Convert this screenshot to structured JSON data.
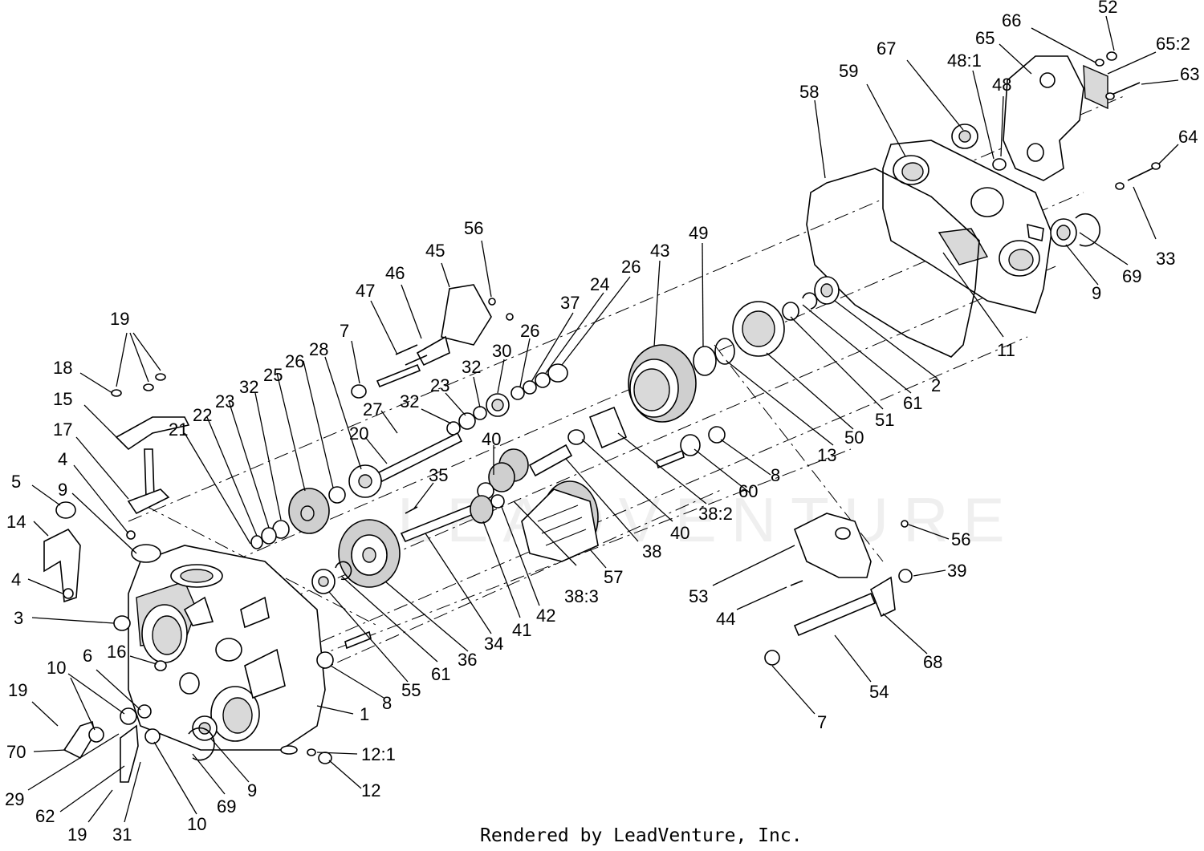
{
  "footer": {
    "text": "Rendered by LeadVenture, Inc."
  },
  "watermark": {
    "text": "LEADVENTURE"
  },
  "parts": [
    {
      "id": "52",
      "label": "52"
    },
    {
      "id": "66",
      "label": "66"
    },
    {
      "id": "65",
      "label": "65"
    },
    {
      "id": "65_2",
      "label": "65:2"
    },
    {
      "id": "67",
      "label": "67"
    },
    {
      "id": "48_1",
      "label": "48:1"
    },
    {
      "id": "48",
      "label": "48"
    },
    {
      "id": "59",
      "label": "59"
    },
    {
      "id": "63",
      "label": "63"
    },
    {
      "id": "58",
      "label": "58"
    },
    {
      "id": "64",
      "label": "64"
    },
    {
      "id": "56a",
      "label": "56"
    },
    {
      "id": "45",
      "label": "45"
    },
    {
      "id": "49",
      "label": "49"
    },
    {
      "id": "43",
      "label": "43"
    },
    {
      "id": "47",
      "label": "47"
    },
    {
      "id": "46",
      "label": "46"
    },
    {
      "id": "26a",
      "label": "26"
    },
    {
      "id": "24",
      "label": "24"
    },
    {
      "id": "37",
      "label": "37"
    },
    {
      "id": "33",
      "label": "33"
    },
    {
      "id": "9a",
      "label": "9"
    },
    {
      "id": "69a",
      "label": "69"
    },
    {
      "id": "19a",
      "label": "19"
    },
    {
      "id": "7a",
      "label": "7"
    },
    {
      "id": "26b",
      "label": "26"
    },
    {
      "id": "30",
      "label": "30"
    },
    {
      "id": "11",
      "label": "11"
    },
    {
      "id": "2",
      "label": "2"
    },
    {
      "id": "61a",
      "label": "61"
    },
    {
      "id": "51",
      "label": "51"
    },
    {
      "id": "50",
      "label": "50"
    },
    {
      "id": "13",
      "label": "13"
    },
    {
      "id": "18",
      "label": "18"
    },
    {
      "id": "28",
      "label": "28"
    },
    {
      "id": "32a",
      "label": "32"
    },
    {
      "id": "23a",
      "label": "23"
    },
    {
      "id": "32b",
      "label": "32"
    },
    {
      "id": "26c",
      "label": "26"
    },
    {
      "id": "25",
      "label": "25"
    },
    {
      "id": "32c",
      "label": "32"
    },
    {
      "id": "15",
      "label": "15"
    },
    {
      "id": "23b",
      "label": "23"
    },
    {
      "id": "27",
      "label": "27"
    },
    {
      "id": "22",
      "label": "22"
    },
    {
      "id": "21",
      "label": "21"
    },
    {
      "id": "17",
      "label": "17"
    },
    {
      "id": "20",
      "label": "20"
    },
    {
      "id": "40a",
      "label": "40"
    },
    {
      "id": "8a",
      "label": "8"
    },
    {
      "id": "60",
      "label": "60"
    },
    {
      "id": "38_2",
      "label": "38:2"
    },
    {
      "id": "4a",
      "label": "4"
    },
    {
      "id": "5",
      "label": "5"
    },
    {
      "id": "9b",
      "label": "9"
    },
    {
      "id": "35",
      "label": "35"
    },
    {
      "id": "14",
      "label": "14"
    },
    {
      "id": "40b",
      "label": "40"
    },
    {
      "id": "38",
      "label": "38"
    },
    {
      "id": "56b",
      "label": "56"
    },
    {
      "id": "39",
      "label": "39"
    },
    {
      "id": "4b",
      "label": "4"
    },
    {
      "id": "57",
      "label": "57"
    },
    {
      "id": "53",
      "label": "53"
    },
    {
      "id": "38_3",
      "label": "38:3"
    },
    {
      "id": "42",
      "label": "42"
    },
    {
      "id": "44",
      "label": "44"
    },
    {
      "id": "3",
      "label": "3"
    },
    {
      "id": "41",
      "label": "41"
    },
    {
      "id": "34",
      "label": "34"
    },
    {
      "id": "36",
      "label": "36"
    },
    {
      "id": "61b",
      "label": "61"
    },
    {
      "id": "55",
      "label": "55"
    },
    {
      "id": "68",
      "label": "68"
    },
    {
      "id": "16",
      "label": "16"
    },
    {
      "id": "10a",
      "label": "10"
    },
    {
      "id": "6",
      "label": "6"
    },
    {
      "id": "8b",
      "label": "8"
    },
    {
      "id": "54",
      "label": "54"
    },
    {
      "id": "1",
      "label": "1"
    },
    {
      "id": "19b",
      "label": "19"
    },
    {
      "id": "7b",
      "label": "7"
    },
    {
      "id": "70",
      "label": "70"
    },
    {
      "id": "12_1",
      "label": "12:1"
    },
    {
      "id": "29",
      "label": "29"
    },
    {
      "id": "9c",
      "label": "9"
    },
    {
      "id": "12",
      "label": "12"
    },
    {
      "id": "62",
      "label": "62"
    },
    {
      "id": "69b",
      "label": "69"
    },
    {
      "id": "10b",
      "label": "10"
    },
    {
      "id": "19c",
      "label": "19"
    },
    {
      "id": "31",
      "label": "31"
    }
  ]
}
